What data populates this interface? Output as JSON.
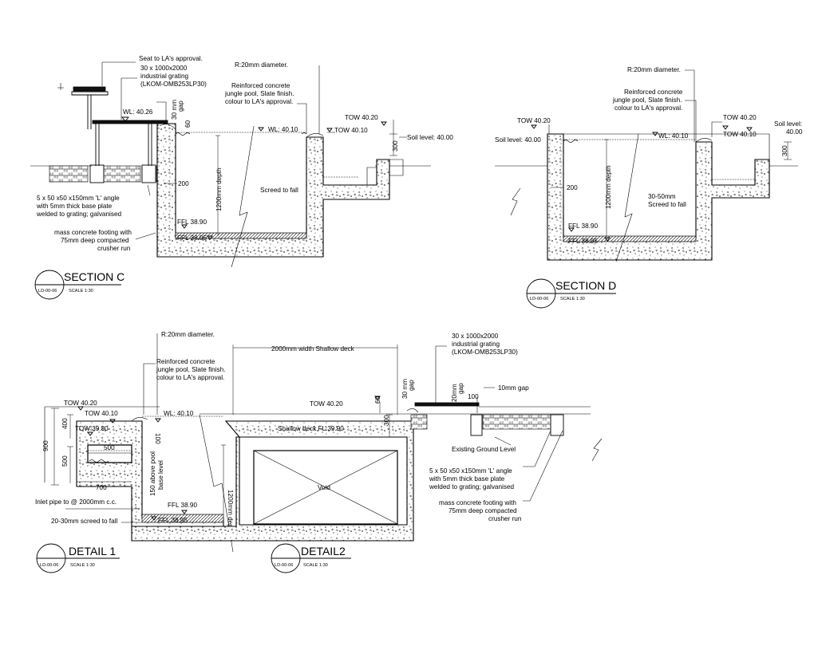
{
  "sectionC": {
    "title": "SECTION C",
    "ref": "LD-00-06",
    "scale": "SCALE 1:30",
    "notes": {
      "seat": "Seat to LA's approval.",
      "grating1": "30 x 1000x2000",
      "grating2": "industrial grating",
      "grating3": "(LKOM-OMB253LP30)",
      "radius": "R:20mm diameter.",
      "rc1": "Reinforced concrete",
      "rc2": "jungle pool, Slate finish.",
      "rc3": "colour to LA's approval.",
      "wl_left": "WL: 40.26",
      "gap1": "30 mm",
      "gap2": "gap",
      "gap_num": "60",
      "wl": "WL: 40.10",
      "tow1": "TOW 40.20",
      "tow2": "TOW 40.10",
      "soil": "Soil level: 40.00",
      "dim300": "300",
      "dim200": "200",
      "depth": "1200mm depth",
      "screed": "Screed to fall",
      "ffl1": "FFL 38.90",
      "ffl2": "FFL 38.95",
      "angle1": "5 x 50 x50 x150mm  'L' angle",
      "angle2": "with 5mm thick base plate",
      "angle3": "welded to grating; galvanised",
      "footing1": "mass concrete footing with",
      "footing2": "75mm deep compacted",
      "footing3": "crusher run"
    }
  },
  "sectionD": {
    "title": "SECTION D",
    "ref": "LD-00-06",
    "scale": "SCALE 1:30",
    "notes": {
      "radius": "R:20mm diameter.",
      "rc1": "Reinforced concrete",
      "rc2": "jungle pool, Slate finish.",
      "rc3": "colour to LA's approval.",
      "tow_left": "TOW 40.20",
      "soil_left": "Soil level: 40.00",
      "wl": "WL: 40.10",
      "tow1": "TOW 40.20",
      "tow2": "TOW 40.10",
      "soil_right1": "Soil level:",
      "soil_right2": "40.00",
      "dim300": "300",
      "dim200": "200",
      "depth": "1200mm depth",
      "screed1": "30-50mm",
      "screed2": "Screed to fall",
      "ffl1": "FFL 38.90",
      "ffl2": "FFL 38.95"
    }
  },
  "detail1": {
    "title": "DETAIL 1",
    "ref": "LD-00-06",
    "scale": "SCALE 1:30",
    "notes": {
      "radius": "R:20mm diameter.",
      "rc1": "Reinforced concrete",
      "rc2": "jungle pool, Slate finish.",
      "rc3": "colour to LA's approval.",
      "tow1": "TOW 40.20",
      "tow2": "TOW 40.10",
      "tow3": "TOW 39.80",
      "wl": "WL: 40.10",
      "dim900": "900",
      "dim400": "400",
      "dim500v": "500",
      "dim500h": "500",
      "dim700": "700",
      "dim100": "100",
      "base1": "150 above pool",
      "base2": "base level",
      "depth": "1200mm depth",
      "inlet": "Inlet pipe to @ 2000mm c.c.",
      "screed": "20-30mm screed to fall",
      "ffl1": "FFL 38.90",
      "ffl2": "FFL 38.95"
    }
  },
  "detail2": {
    "title": "DETAIL2",
    "ref": "LD-00-06",
    "scale": "SCALE 1:30",
    "notes": {
      "deck_width": "2000mm width Shallow deck",
      "tow": "TOW 40.20",
      "dim60": "60",
      "dim300": "300",
      "deck_fl": "Shallow deck FL:39.90",
      "void": "Void",
      "gap30a": "30 mm",
      "gap30b": "gap",
      "gap20a": "20mm",
      "gap20b": "gap",
      "dim100": "100",
      "gap10": "10mm gap",
      "grating1": "30 x 1000x2000",
      "grating2": "industrial grating",
      "grating3": "(LKOM-OMB253LP30)",
      "ground": "Existing Ground Level",
      "angle1": "5 x 50 x50 x150mm  'L' angle",
      "angle2": "with 5mm thick base plate",
      "angle3": "welded to grating; galvanised",
      "footing1": "mass concrete footing with",
      "footing2": "75mm deep compacted",
      "footing3": "crusher run"
    }
  }
}
